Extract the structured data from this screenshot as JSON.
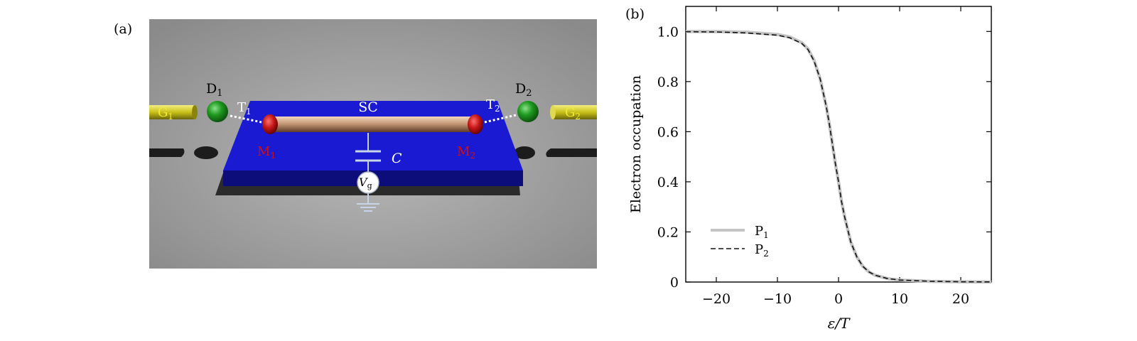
{
  "panel_a": {
    "panel_label": "(a)",
    "labels": {
      "D1": "D",
      "D1_sub": "1",
      "D2": "D",
      "D2_sub": "2",
      "G1": "G",
      "G1_sub": "1",
      "G2": "G",
      "G2_sub": "2",
      "T1": "T",
      "T1_sub": "1",
      "T2": "T",
      "T2_sub": "2",
      "SC": "SC",
      "M1": "M",
      "M1_sub": "1",
      "M2": "M",
      "M2_sub": "2",
      "C": "C",
      "Vg": "V",
      "Vg_sub": "g"
    },
    "colors": {
      "floor_light": "#b8b8b8",
      "floor_dark": "#8a8a8a",
      "substrate": "#1a1ad2",
      "substrate_side": "#0c0c7a",
      "dot": "#1f9a1f",
      "gate": "#c9c21a",
      "majorana": "#c41616",
      "wire": "#c79a78",
      "dashed_link": "#ffffff",
      "label_white": "#ffffff",
      "label_red": "#d01010",
      "label_yellow": "#f1ea33"
    }
  },
  "panel_b": {
    "panel_label": "(b)"
  },
  "chart_data": {
    "type": "line",
    "xlabel": "ε/T",
    "ylabel": "Electron occupation",
    "xlim": [
      -25,
      25
    ],
    "ylim": [
      0,
      1.1
    ],
    "xticks": [
      -20,
      -10,
      0,
      10,
      20
    ],
    "xtick_labels": [
      "−20",
      "−10",
      "0",
      "10",
      "20"
    ],
    "yticks": [
      0,
      0.2,
      0.4,
      0.6,
      0.8,
      1.0
    ],
    "ytick_labels": [
      "0",
      "0.2",
      "0.4",
      "0.6",
      "0.8",
      "1.0"
    ],
    "grid": false,
    "legend_position": "bottom-left",
    "series": [
      {
        "name": "P1",
        "name_main": "P",
        "name_sub": "1",
        "style": "solid",
        "color": "#c4c4c4",
        "x": [
          -25,
          -20,
          -15,
          -10,
          -8,
          -6,
          -5,
          -4,
          -3,
          -2,
          -1.5,
          -1,
          -0.5,
          0,
          0.5,
          1,
          1.5,
          2,
          3,
          4,
          5,
          6,
          8,
          10,
          15,
          20,
          25
        ],
        "y": [
          0.9999,
          0.9995,
          0.997,
          0.988,
          0.978,
          0.955,
          0.93,
          0.885,
          0.81,
          0.7,
          0.63,
          0.55,
          0.47,
          0.4,
          0.32,
          0.26,
          0.21,
          0.16,
          0.1,
          0.062,
          0.04,
          0.027,
          0.014,
          0.008,
          0.003,
          0.001,
          0.0005
        ]
      },
      {
        "name": "P2",
        "name_main": "P",
        "name_sub": "2",
        "style": "dashed",
        "color": "#111111",
        "x": [
          -25,
          -20,
          -15,
          -10,
          -8,
          -6,
          -5,
          -4,
          -3,
          -2,
          -1.5,
          -1,
          -0.5,
          0,
          0.5,
          1,
          1.5,
          2,
          3,
          4,
          5,
          6,
          8,
          10,
          15,
          20,
          25
        ],
        "y": [
          0.999,
          0.998,
          0.994,
          0.985,
          0.975,
          0.952,
          0.928,
          0.882,
          0.81,
          0.7,
          0.63,
          0.55,
          0.47,
          0.4,
          0.32,
          0.26,
          0.21,
          0.16,
          0.1,
          0.062,
          0.04,
          0.027,
          0.014,
          0.008,
          0.003,
          0.001,
          0.0005
        ]
      }
    ]
  }
}
